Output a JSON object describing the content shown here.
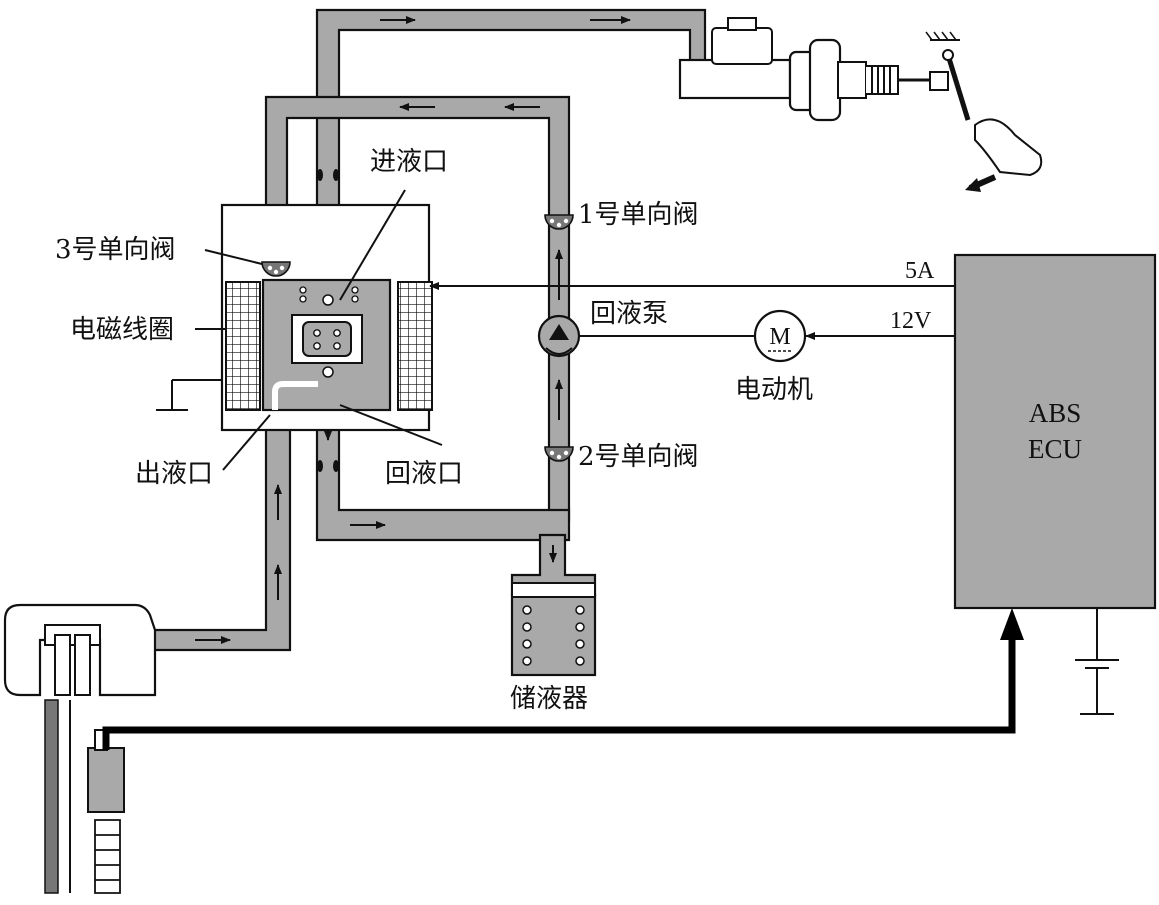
{
  "labels": {
    "inlet_port": "进液口",
    "check_valve_3": "3号单向阀",
    "check_valve_1": "1号单向阀",
    "check_valve_2": "2号单向阀",
    "solenoid_coil": "电磁线圈",
    "outlet_port": "出液口",
    "return_port": "回液口",
    "return_pump": "回液泵",
    "motor": "电动机",
    "motor_symbol": "M",
    "accumulator": "储液器",
    "current_signal": "5A",
    "voltage_signal": "12V",
    "ecu_line1": "ABS",
    "ecu_line2": "ECU"
  },
  "colors": {
    "fluid": "#a9a9a9",
    "ecu_box": "#a9a9a9",
    "outline": "#111111",
    "background": "#ffffff"
  }
}
